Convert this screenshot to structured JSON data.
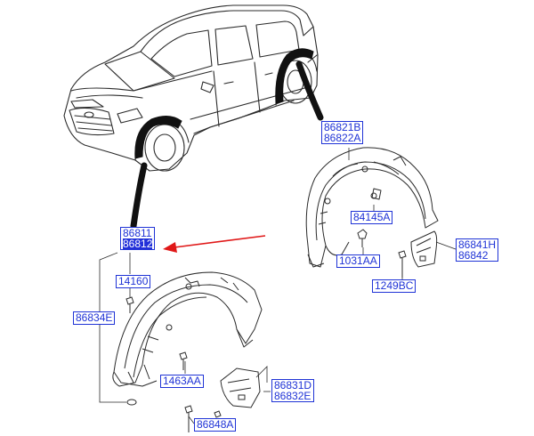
{
  "labels": {
    "front_liner_a": "86811",
    "front_liner_b": "86812",
    "rear_liner_a": "86821B",
    "rear_liner_b": "86822A",
    "rear_clip": "84145A",
    "rear_bolt": "1031AA",
    "rear_flap_a": "86841H",
    "rear_flap_b": "86842",
    "rear_screw": "1249BC",
    "front_clip": "14160",
    "front_extension": "86834E",
    "front_screw": "1463AA",
    "front_flap_a": "86831D",
    "front_flap_b": "86832E",
    "front_rivet": "86848A"
  },
  "colors": {
    "label": "#1f33d6",
    "highlight": "#2130d9",
    "arrow": "#e01818",
    "line": "#2b2b2b",
    "callout": "#111111"
  }
}
